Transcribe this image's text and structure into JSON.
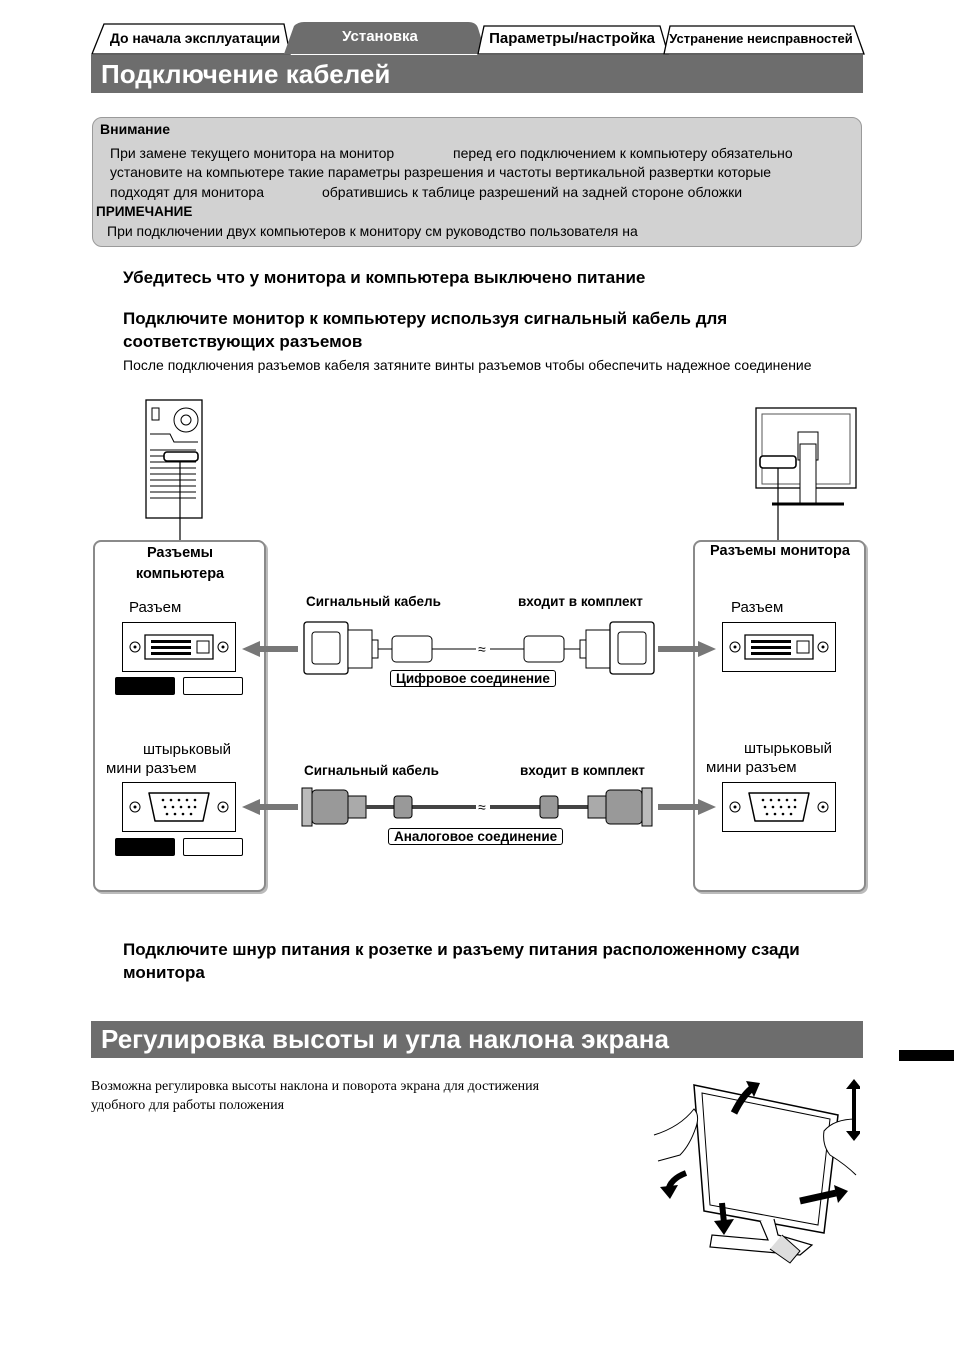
{
  "tabs": [
    {
      "label": "До начала эксплуатации"
    },
    {
      "label": "Установка"
    },
    {
      "label": "Параметры/настройка"
    },
    {
      "label": "Устранение неисправностей"
    }
  ],
  "section1": {
    "title": "Подключение кабелей"
  },
  "notice": {
    "attention_label": "Внимание",
    "attention_lines": [
      "При замене текущего монитора на монитор",
      "перед его подключением к компьютеру обязательно",
      "установите на компьютере такие параметры разрешения и частоты вертикальной развертки  которые",
      "подходят для монитора",
      "обратившись к таблице разрешений  на задней стороне обложки"
    ],
    "note_label": "ПРИМЕЧАНИЕ",
    "note_line": "При подключении двух компьютеров к монитору см  руководство пользователя на"
  },
  "steps": {
    "step1": "Убедитесь  что у монитора и компьютера выключено питание",
    "step2": "Подключите монитор к компьютеру  используя сигнальный кабель для соответствующих разъемов",
    "step2_note": "После подключения разъемов кабеля затяните винты разъемов  чтобы обеспечить надежное соединение",
    "step3": "Подключите шнур питания к розетке и разъему питания  расположенному сзади монитора"
  },
  "diagram": {
    "computer_connectors": "Разъемы компьютера",
    "monitor_connectors": "Разъемы монитора",
    "connector_label": "Разъем",
    "mini_connector_line1": "штырьковый",
    "mini_connector_line2": "мини разъем",
    "signal_cable": "Сигнальный кабель",
    "included": "входит в комплект",
    "digital": "Цифровое соединение",
    "analog": "Аналоговое соединение"
  },
  "section2": {
    "title": "Регулировка высоты и угла наклона экрана",
    "text_line1": "Возможна регулировка высоты  наклона и поворота экрана для достижения",
    "text_line2": "удобного для работы положения"
  },
  "colors": {
    "bar": "#6d6d6d",
    "active_tab": "#6d6d6d",
    "notice_bg": "#d2d2d2"
  }
}
